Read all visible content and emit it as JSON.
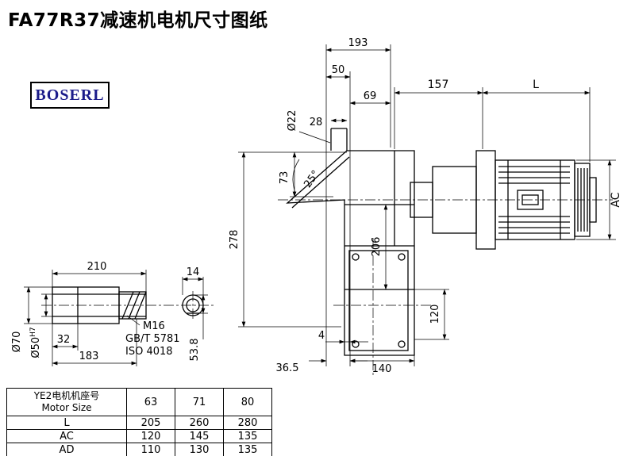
{
  "title": "FA77R37减速机电机尺寸图纸",
  "logo": "BOSERL",
  "dims": {
    "d193": "193",
    "d50": "50",
    "d69": "69",
    "d28": "28",
    "d22": "Ø22",
    "d73": "73",
    "d25": "25°",
    "d278": "278",
    "d157": "157",
    "dL": "L",
    "dAC": "AC",
    "d206": "206",
    "d120": "120",
    "d4": "4",
    "d36_5": "36.5",
    "d140": "140",
    "d210": "210",
    "d14": "14",
    "d70": "Ø70",
    "d50_base": "Ø50",
    "d50_sup": "H7",
    "d32": "32",
    "d183": "183",
    "m16": "M16",
    "gbt": "GB/T 5781",
    "iso": "ISO 4018",
    "d53_8": "53.8"
  },
  "table": {
    "header": {
      "label_cn": "YE2电机机座号",
      "label_en": "Motor Size",
      "values": [
        "63",
        "71",
        "80"
      ]
    },
    "rows": [
      {
        "label": "L",
        "values": [
          "205",
          "260",
          "280"
        ]
      },
      {
        "label": "AC",
        "values": [
          "120",
          "145",
          "135"
        ]
      },
      {
        "label": "AD",
        "values": [
          "110",
          "130",
          "135"
        ]
      }
    ]
  }
}
